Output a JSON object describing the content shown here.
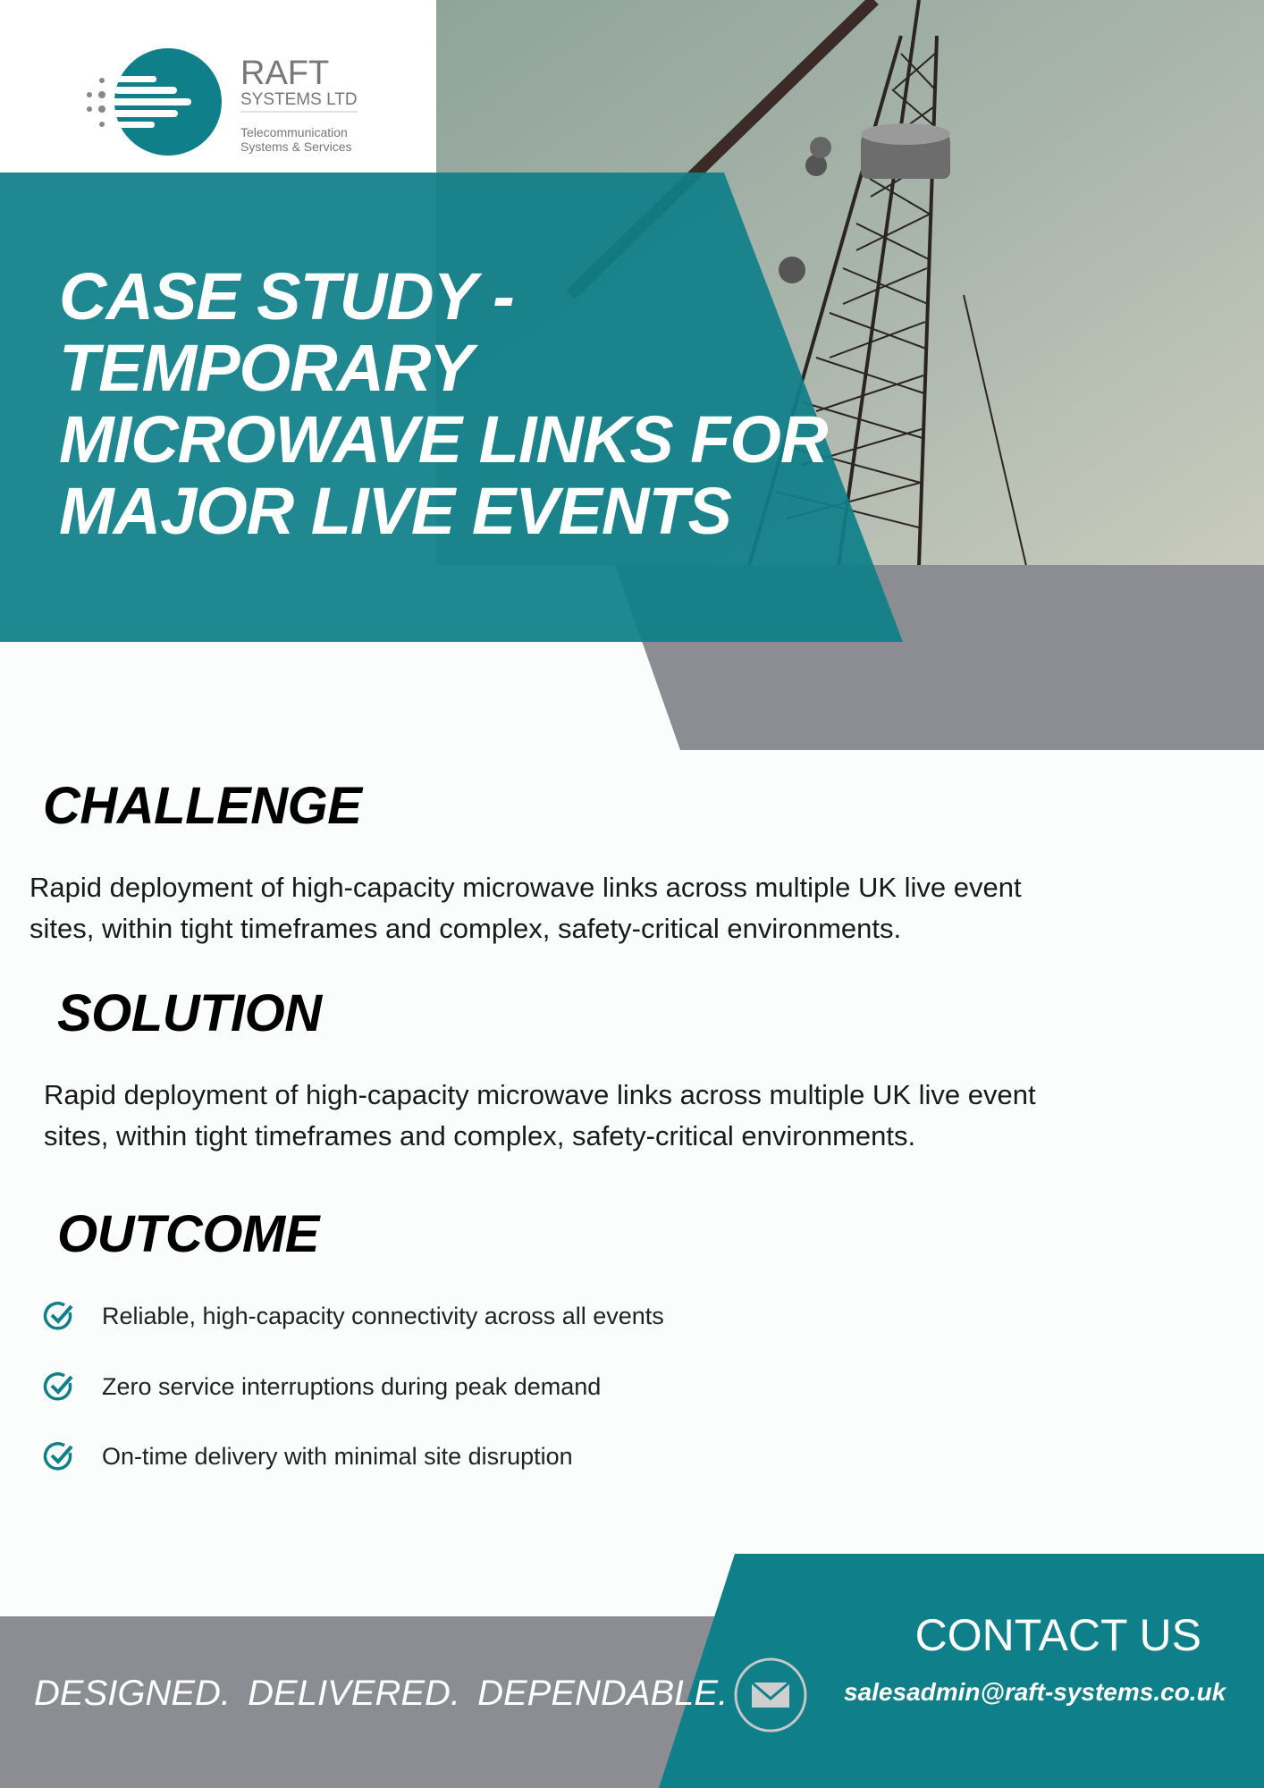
{
  "logo": {
    "name_line1": "RAFT",
    "name_line2": "SYSTEMS LTD",
    "tagline_line1": "Telecommunication",
    "tagline_line2": "Systems & Services"
  },
  "title_lines": [
    "CASE STUDY -",
    "TEMPORARY",
    "MICROWAVE LINKS FOR",
    "MAJOR LIVE EVENTS"
  ],
  "challenge": {
    "heading": "CHALLENGE",
    "lines": [
      "Rapid deployment of high-capacity microwave links across multiple UK live event",
      "sites, within tight timeframes and complex, safety-critical environments."
    ]
  },
  "solution": {
    "heading": "SOLUTION",
    "lines": [
      "Rapid deployment of high-capacity microwave links across multiple UK live event",
      "sites, within tight timeframes and complex, safety-critical environments."
    ]
  },
  "outcome": {
    "heading": "OUTCOME",
    "items": [
      "Reliable, high-capacity connectivity across all events",
      "Zero service interruptions during peak demand",
      "On-time delivery with minimal site disruption"
    ]
  },
  "footer": {
    "tagline": "DESIGNED.  DELIVERED.  DEPENDABLE.",
    "contact_heading": "CONTACT US",
    "email": "salesadmin@raft-systems.co.uk",
    "icon": "envelope-icon"
  },
  "colors": {
    "teal": "#0f7f89",
    "gray": "#8c8d92",
    "check": "#0f7f89"
  }
}
